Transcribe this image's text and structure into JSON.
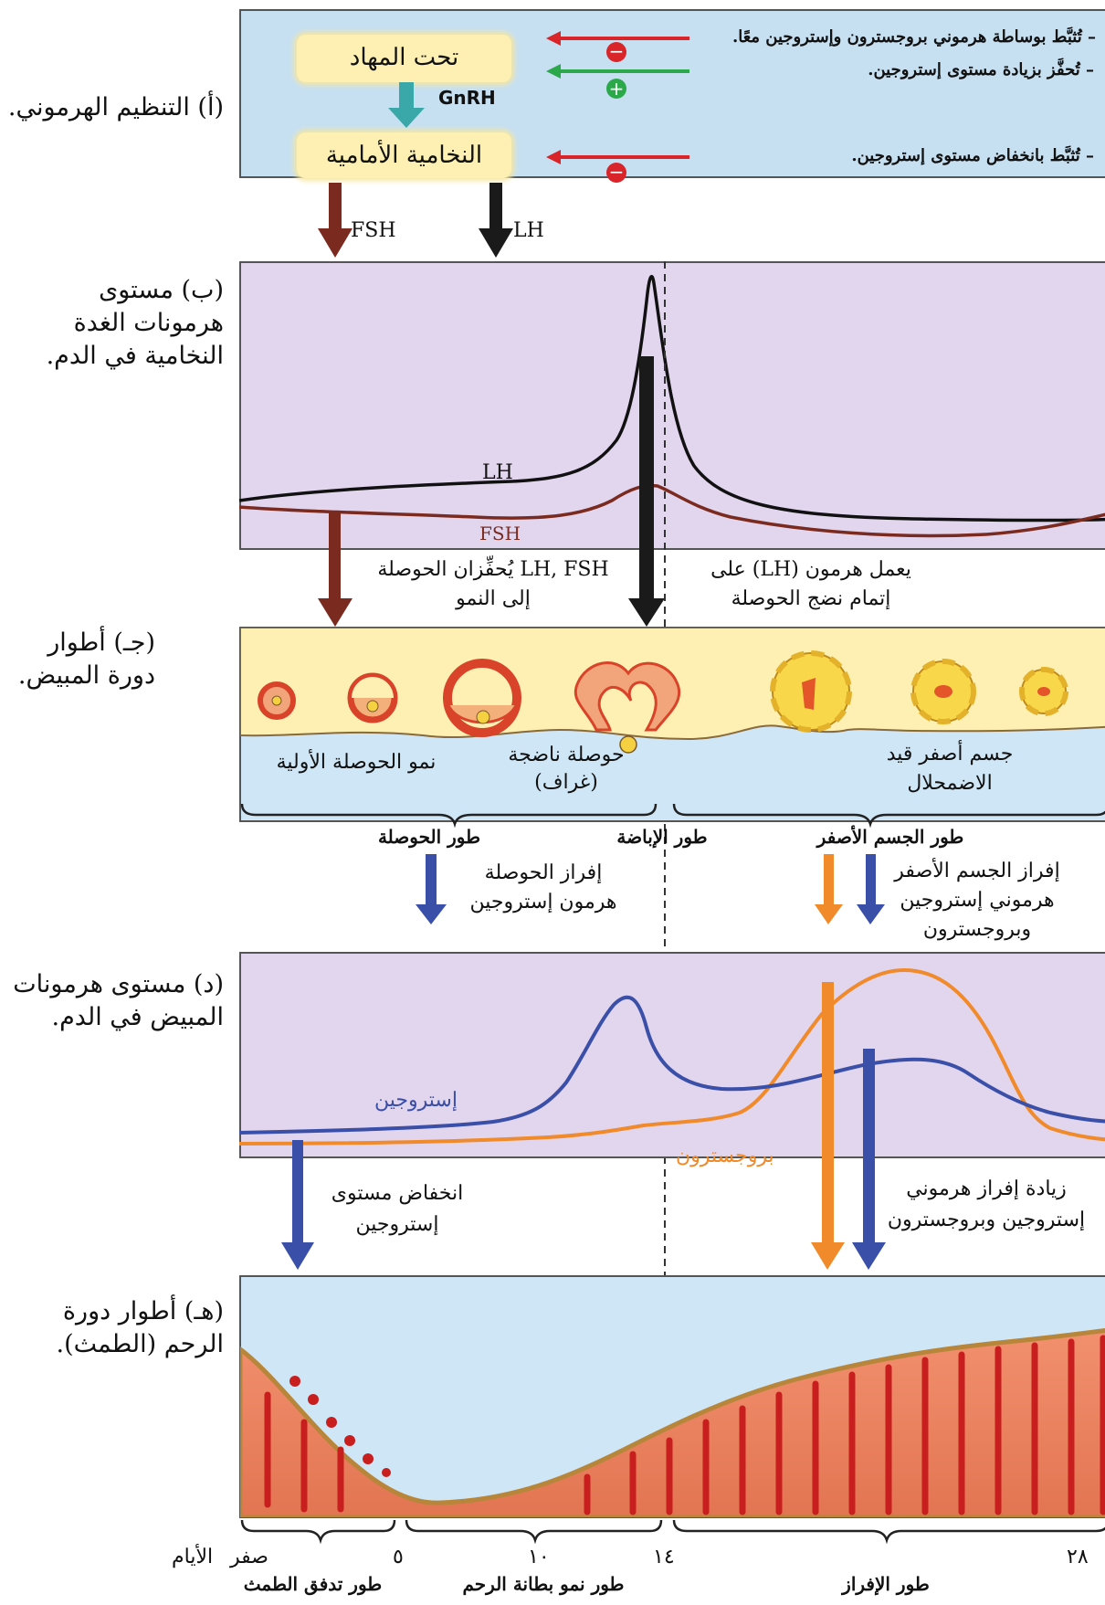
{
  "panel_a": {
    "side_label": "(أ) التنظيم الهرموني.",
    "hypothalamus": "تحت المهاد",
    "pituitary": "النخامية الأمامية",
    "gnrh": "GnRH",
    "fsh": "FSH",
    "lh": "LH",
    "note_inhibit_both": "– تُثبَّط بوساطة هرموني بروجسترون وإستروجين معًا.",
    "note_stimulate": "– تُحفَّز بزيادة مستوى إستروجين.",
    "note_inhibit_low": "– تُثبَّط بانخفاض مستوى إستروجين.",
    "sign_minus": "−",
    "sign_plus": "+"
  },
  "panel_b": {
    "side_label": "(ب) مستوى هرمونات الغدة النخامية في الدم.",
    "lh_label": "LH",
    "fsh_label": "FSH",
    "caption_left": "LH, FSH يُحفِّزان الحوصلة إلى النمو",
    "caption_right": "يعمل هرمون (LH) على إتمام نضج الحوصلة"
  },
  "panel_c": {
    "side_label": "(جـ) أطوار دورة المبيض.",
    "primary_growth": "نمو الحوصلة الأولية",
    "mature_follicle": "حوصلة ناضجة (غراف)",
    "corpus_luteum": "جسم أصفر قيد الاضمحلال",
    "phase_follicular": "طور الحوصلة",
    "phase_ovulation": "طور الإباضة",
    "phase_luteal": "طور الجسم الأصفر",
    "follicle_secretes": "إفراز الحوصلة هرمون إستروجين",
    "luteum_secretes": "إفراز الجسم الأصفر هرموني إستروجين وبروجسترون"
  },
  "panel_d": {
    "side_label": "(د) مستوى هرمونات المبيض في الدم.",
    "estrogen_label": "إستروجين",
    "progesterone_label": "بروجسترون",
    "caption_left": "انخفاض مستوى إستروجين",
    "caption_right": "زيادة إفراز هرموني إستروجين وبروجسترون"
  },
  "panel_e": {
    "side_label": "(هـ) أطوار دورة الرحم (الطمث).",
    "days_label": "الأيام",
    "day_ticks": [
      "صفر",
      "٥",
      "١٠",
      "١٤",
      "٢٨"
    ],
    "phase_menstrual": "طور تدفق الطمث",
    "phase_proliferative": "طور نمو بطانة الرحم",
    "phase_secretory": "طور الإفراز"
  },
  "colors": {
    "lh": "#111111",
    "fsh": "#7a2a1e",
    "estrogen": "#3a4fa8",
    "progesterone": "#f08a2a",
    "inhibit": "#d9252a",
    "stimulate": "#2aa84a",
    "gnrh_arrow": "#3aa8a8"
  }
}
